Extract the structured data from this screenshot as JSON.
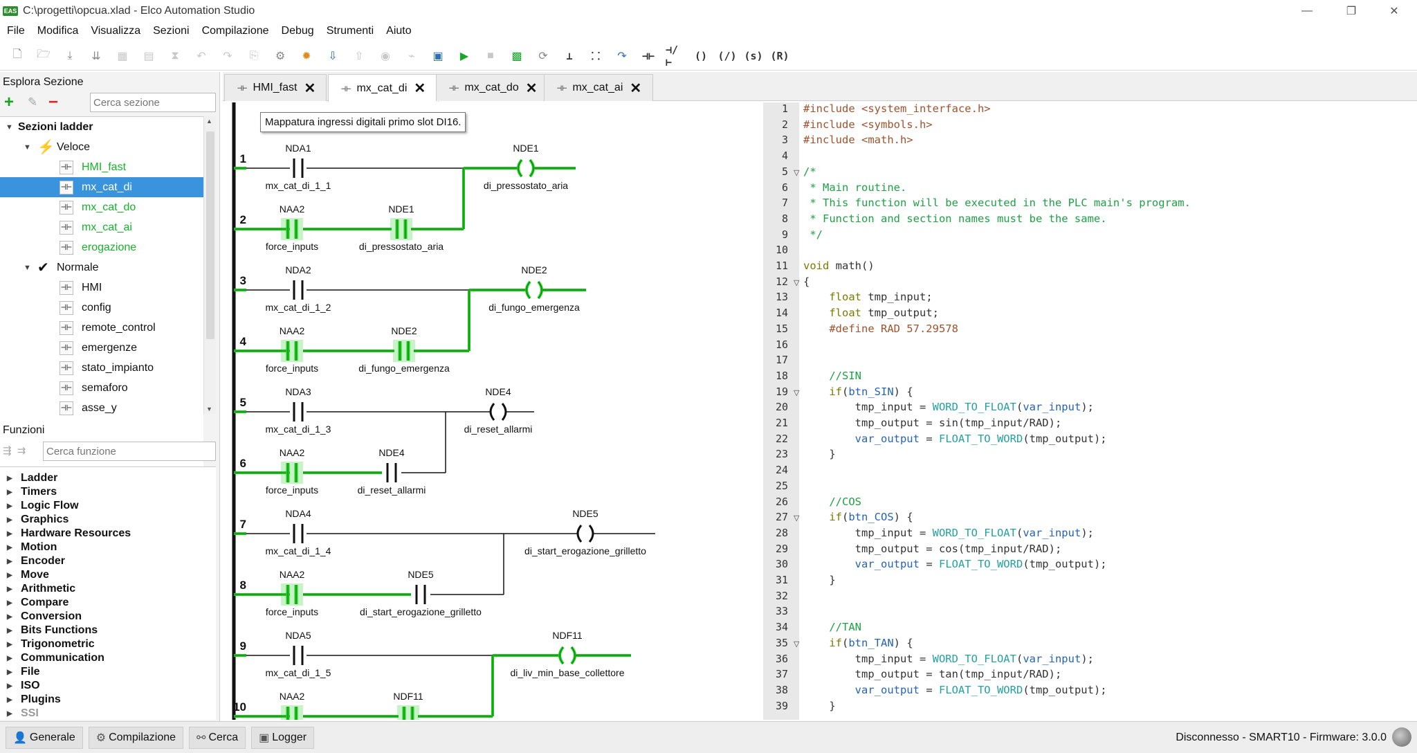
{
  "window": {
    "title": "C:\\progetti\\opcua.xlad - Elco Automation Studio",
    "logo": "EAS"
  },
  "menu": [
    "File",
    "Modifica",
    "Visualizza",
    "Sezioni",
    "Compilazione",
    "Debug",
    "Strumenti",
    "Aiuto"
  ],
  "left_panel": {
    "explorer_title": "Esplora Sezione",
    "section_search_placeholder": "Cerca sezione",
    "tree": {
      "root": "Sezioni ladder",
      "groups": [
        {
          "label": "Veloce",
          "items": [
            "HMI_fast",
            "mx_cat_di",
            "mx_cat_do",
            "mx_cat_ai",
            "erogazione"
          ]
        },
        {
          "label": "Normale",
          "items": [
            "HMI",
            "config",
            "remote_control",
            "emergenze",
            "stato_impianto",
            "semaforo",
            "asse_y"
          ]
        }
      ],
      "selected": "mx_cat_di"
    },
    "functions_title": "Funzioni",
    "function_search_placeholder": "Cerca funzione",
    "functions": [
      "Ladder",
      "Timers",
      "Logic Flow",
      "Graphics",
      "Hardware Resources",
      "Motion",
      "Encoder",
      "Move",
      "Arithmetic",
      "Compare",
      "Conversion",
      "Bits Functions",
      "Trigonometric",
      "Communication",
      "File",
      "ISO",
      "Plugins",
      "SSI"
    ]
  },
  "tabs": [
    {
      "label": "HMI_fast",
      "active": false
    },
    {
      "label": "mx_cat_di",
      "active": true
    },
    {
      "label": "mx_cat_do",
      "active": false
    },
    {
      "label": "mx_cat_ai",
      "active": false
    }
  ],
  "ladder": {
    "tooltip": "Mappatura ingressi digitali primo slot DI16.",
    "rungs": [
      {
        "n": "1",
        "contact": {
          "addr": "NDA1",
          "name": "mx_cat_di_1_1",
          "active": false
        }
      },
      {
        "n": "2",
        "contacts": [
          {
            "addr": "NAA2",
            "name": "force_inputs",
            "active": true
          },
          {
            "addr": "NDE1",
            "name": "di_pressostato_aria",
            "active": true
          }
        ],
        "coil": {
          "addr": "NDE1",
          "name": "di_pressostato_aria",
          "active": true
        }
      },
      {
        "n": "3",
        "contact": {
          "addr": "NDA2",
          "name": "mx_cat_di_1_2",
          "active": false
        }
      },
      {
        "n": "4",
        "contacts": [
          {
            "addr": "NAA2",
            "name": "force_inputs",
            "active": true
          },
          {
            "addr": "NDE2",
            "name": "di_fungo_emergenza",
            "active": true
          }
        ],
        "coil": {
          "addr": "NDE2",
          "name": "di_fungo_emergenza",
          "active": true
        }
      },
      {
        "n": "5",
        "contact": {
          "addr": "NDA3",
          "name": "mx_cat_di_1_3",
          "active": false
        }
      },
      {
        "n": "6",
        "contacts": [
          {
            "addr": "NAA2",
            "name": "force_inputs",
            "active": true
          },
          {
            "addr": "NDE4",
            "name": "di_reset_allarmi",
            "active": false
          }
        ],
        "coil": {
          "addr": "NDE4",
          "name": "di_reset_allarmi",
          "active": false
        }
      },
      {
        "n": "7",
        "contact": {
          "addr": "NDA4",
          "name": "mx_cat_di_1_4",
          "active": false
        }
      },
      {
        "n": "8",
        "contacts": [
          {
            "addr": "NAA2",
            "name": "force_inputs",
            "active": true
          },
          {
            "addr": "NDE5",
            "name": "di_start_erogazione_grilletto",
            "active": false
          }
        ],
        "coil": {
          "addr": "NDE5",
          "name": "di_start_erogazione_grilletto",
          "active": false
        }
      },
      {
        "n": "9",
        "contact": {
          "addr": "NDA5",
          "name": "mx_cat_di_1_5",
          "active": false
        }
      },
      {
        "n": "10",
        "contacts": [
          {
            "addr": "NAA2",
            "name": "",
            "active": true
          },
          {
            "addr": "NDF11",
            "name": "",
            "active": true
          }
        ],
        "coil": {
          "addr": "NDF11",
          "name": "di_liv_min_base_collettore",
          "active": true
        }
      }
    ]
  },
  "code": {
    "lines": [
      "#include <system_interface.h>",
      "#include <symbols.h>",
      "#include <math.h>",
      "",
      "/*",
      " * Main routine.",
      " * This function will be executed in the PLC main's program.",
      " * Function and section names must be the same.",
      " */",
      "",
      "void math()",
      "{",
      "    float tmp_input;",
      "    float tmp_output;",
      "    #define RAD 57.29578",
      "",
      "",
      "    //SIN",
      "    if(btn_SIN) {",
      "        tmp_input = WORD_TO_FLOAT(var_input);",
      "        tmp_output = sin(tmp_input/RAD);",
      "        var_output = FLOAT_TO_WORD(tmp_output);",
      "    }",
      "",
      "",
      "    //COS",
      "    if(btn_COS) {",
      "        tmp_input = WORD_TO_FLOAT(var_input);",
      "        tmp_output = cos(tmp_input/RAD);",
      "        var_output = FLOAT_TO_WORD(tmp_output);",
      "    }",
      "",
      "",
      "    //TAN",
      "    if(btn_TAN) {",
      "        tmp_input = WORD_TO_FLOAT(var_input);",
      "        tmp_output = tan(tmp_input/RAD);",
      "        var_output = FLOAT_TO_WORD(tmp_output);",
      "    }"
    ],
    "fold_lines": [
      5,
      12,
      19,
      27,
      35
    ]
  },
  "statusbar": {
    "buttons": [
      "Generale",
      "Compilazione",
      "Cerca",
      "Logger"
    ],
    "status": "Disconnesso - SMART10 - Firmware: 3.0.0"
  },
  "colors": {
    "active_green": "#22cc22",
    "selection_blue": "#3a94dd",
    "comment_green": "#1fa045"
  }
}
